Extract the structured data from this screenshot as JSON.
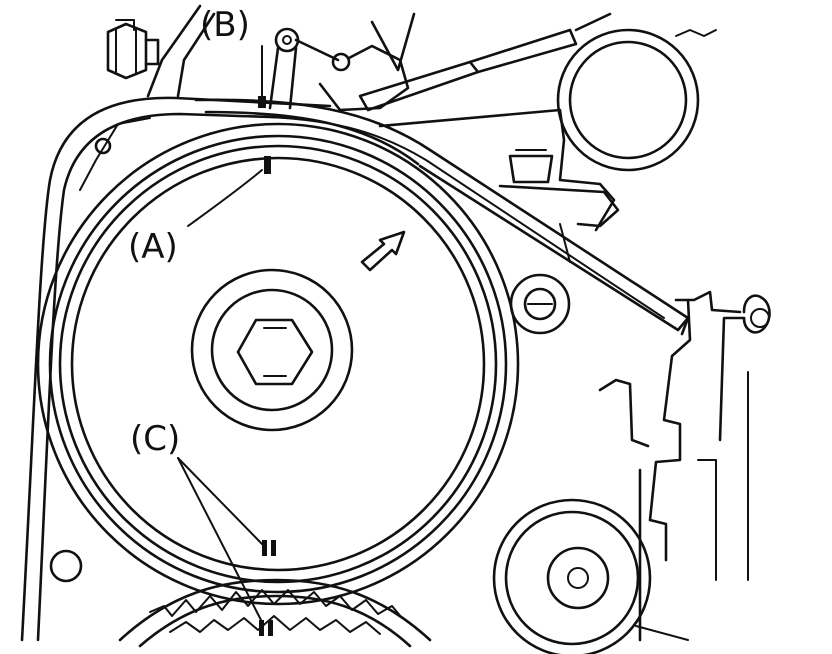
{
  "diagram": {
    "labels": {
      "a": "(A)",
      "b": "(B)",
      "c": "(C)"
    }
  }
}
